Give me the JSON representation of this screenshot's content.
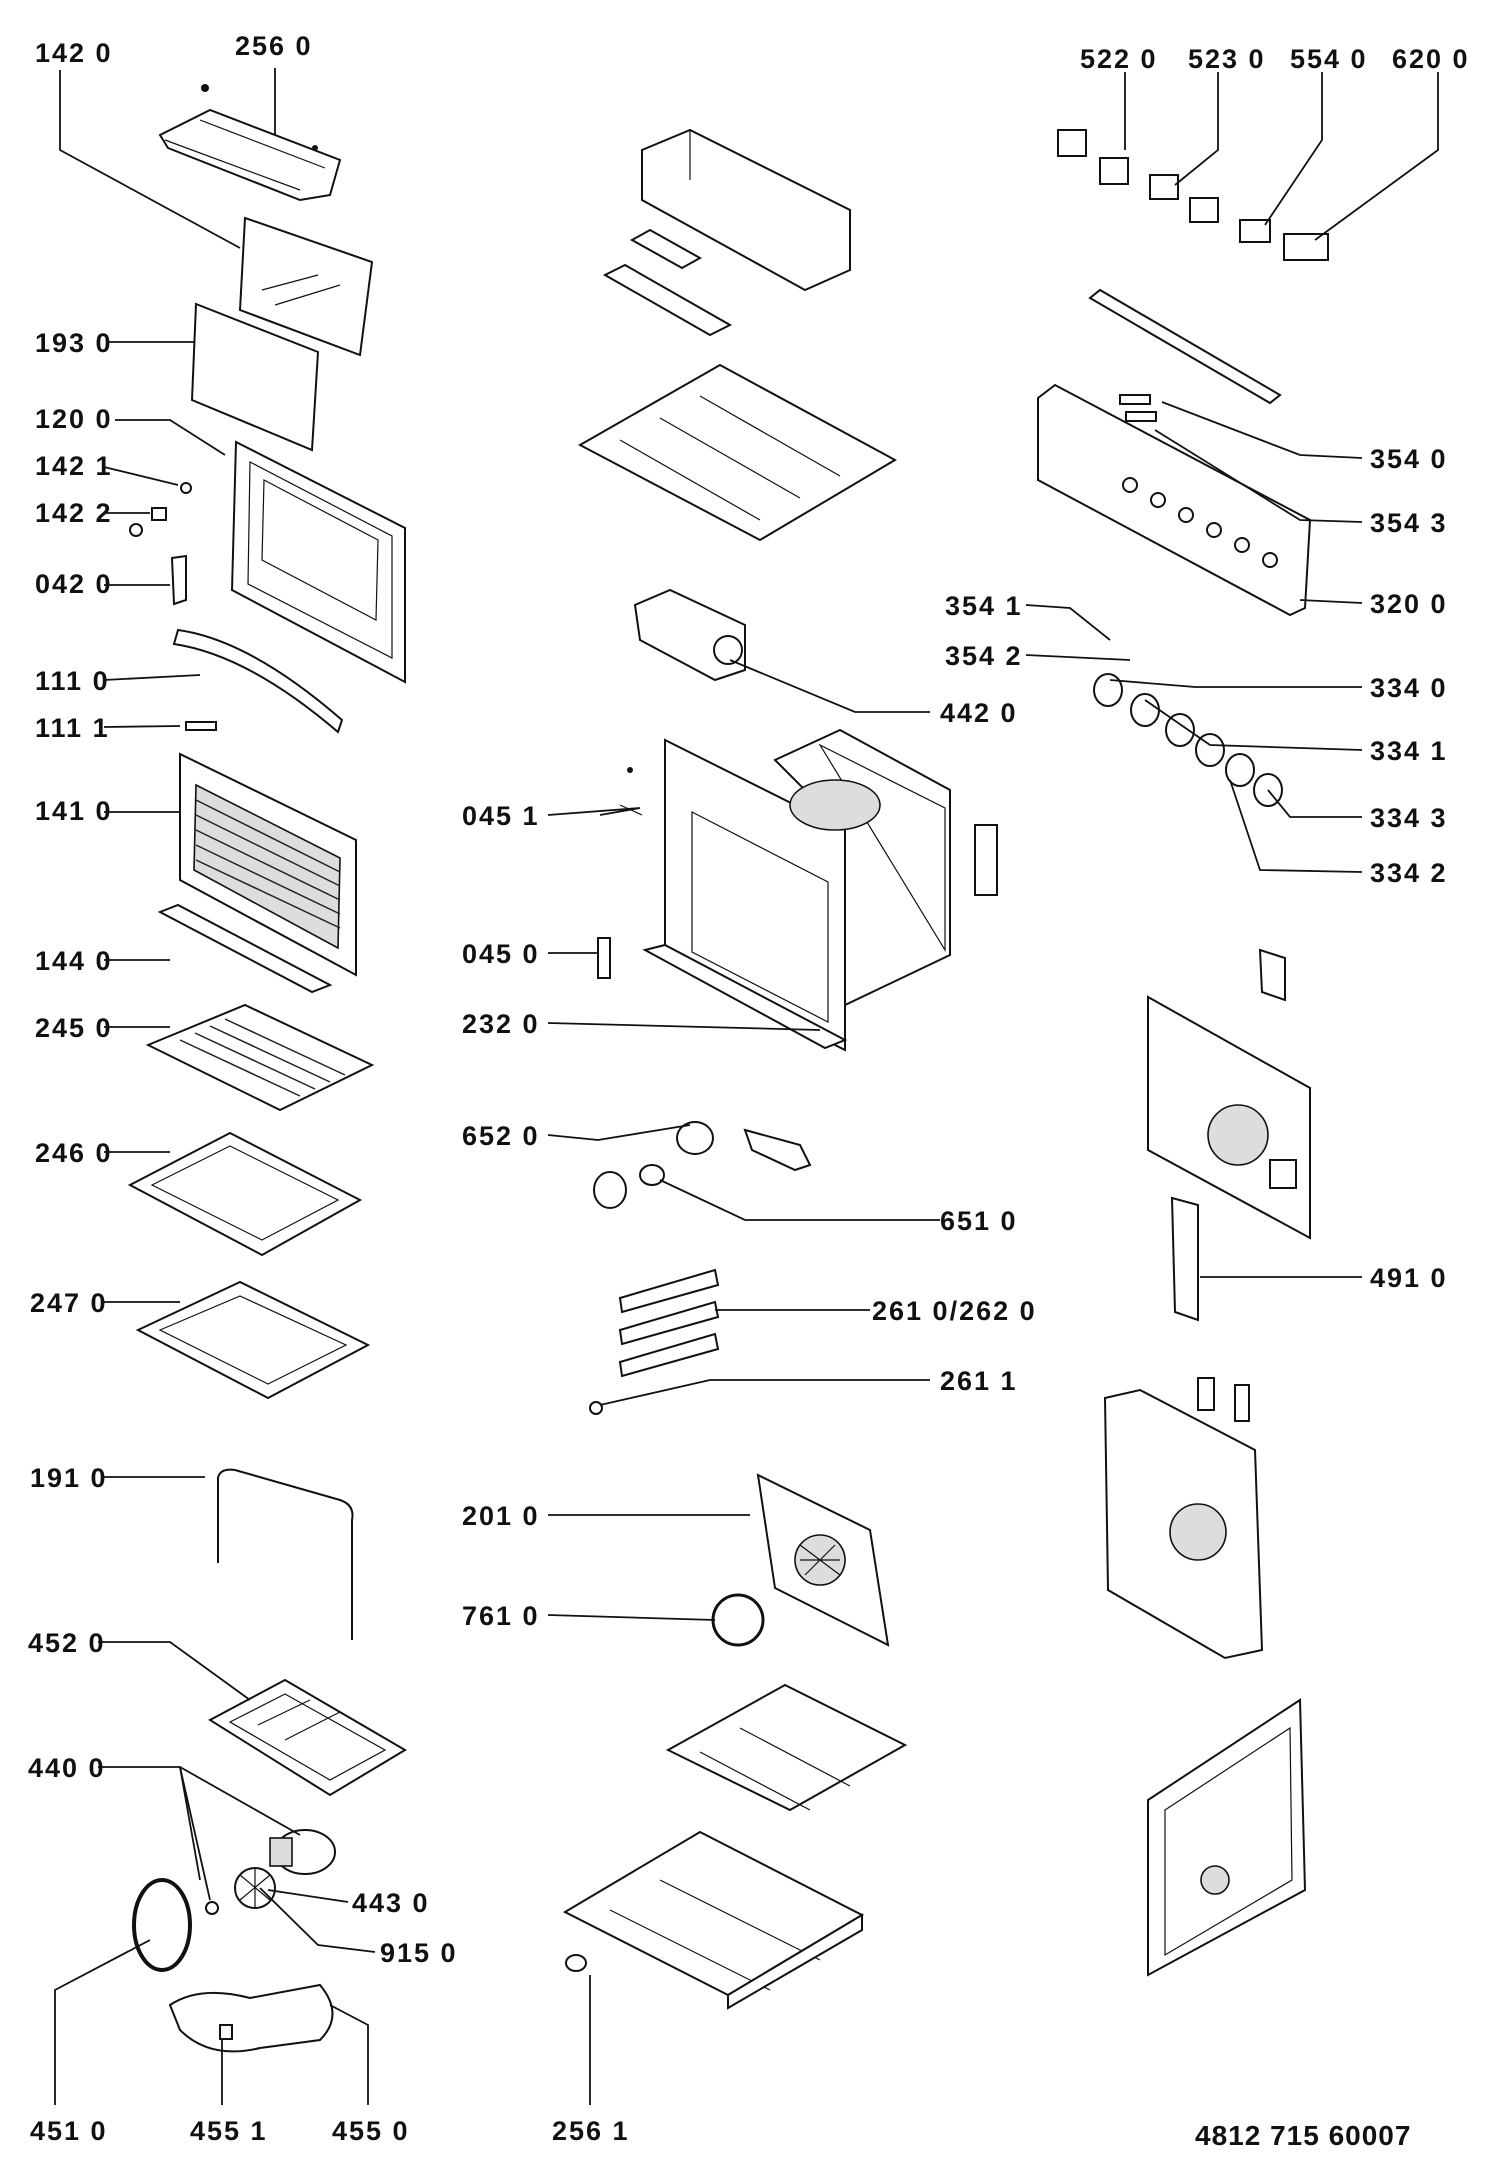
{
  "diagram": {
    "doc_number": "4812 715 60007",
    "labels": {
      "l1420": "142 0",
      "l2560": "256 0",
      "l1930": "193 0",
      "l1200": "120 0",
      "l1421": "142 1",
      "l1422": "142 2",
      "l0420": "042 0",
      "l1110": "111 0",
      "l1111": "111 1",
      "l1410": "141 0",
      "l1440": "144 0",
      "l2450": "245 0",
      "l2460": "246 0",
      "l2470": "247 0",
      "l1910": "191 0",
      "l4520": "452 0",
      "l4400": "440 0",
      "l4430": "443 0",
      "l9150": "915 0",
      "l4510": "451 0",
      "l4551": "455 1",
      "l4550": "455 0",
      "l5220": "522 0",
      "l5230": "523 0",
      "l5540": "554 0",
      "l6200": "620 0",
      "l3540": "354 0",
      "l3543": "354 3",
      "l3200": "320 0",
      "l3541": "354 1",
      "l3542": "354 2",
      "l3340": "334 0",
      "l3341": "334 1",
      "l3343": "334 3",
      "l3342": "334 2",
      "l4910": "491 0",
      "l4420": "442 0",
      "l0451": "045 1",
      "l0450": "045 0",
      "l2320": "232 0",
      "l6520": "652 0",
      "l6510": "651 0",
      "l2610": "261 0/262 0",
      "l2611": "261 1",
      "l2010": "201 0",
      "l7610": "761 0",
      "l2561": "256 1"
    }
  }
}
